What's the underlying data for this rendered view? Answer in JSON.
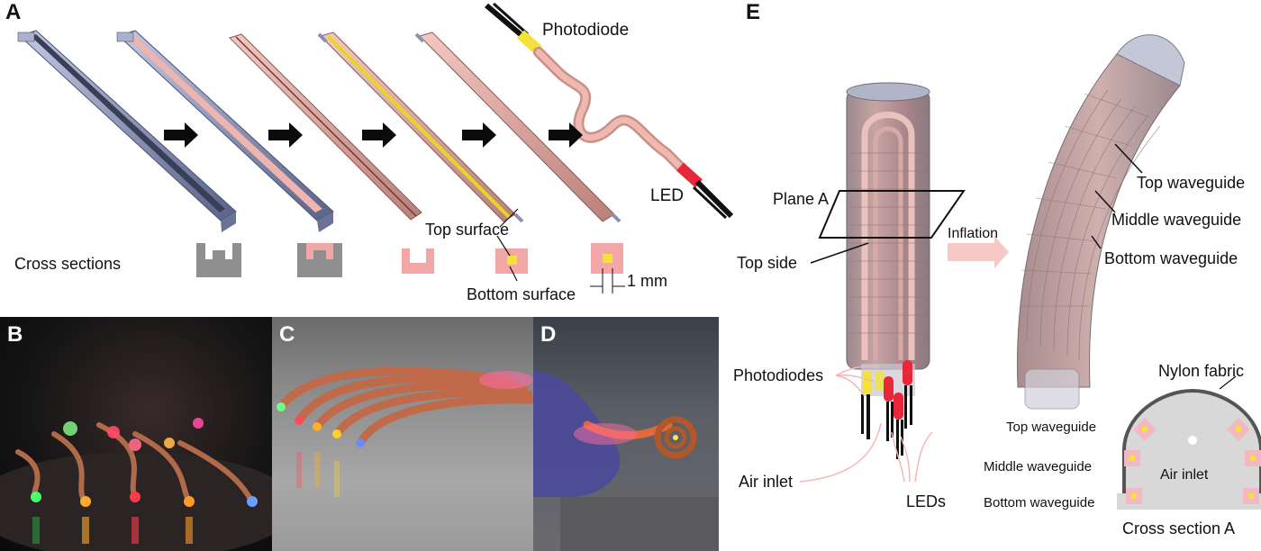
{
  "panels": {
    "A": "A",
    "B": "B",
    "C": "C",
    "D": "D",
    "E": "E"
  },
  "panel_a": {
    "photodiode_label": "Photodiode",
    "led_label": "LED",
    "cross_sections_label": "Cross sections",
    "top_surface_label": "Top surface",
    "bottom_surface_label": "Bottom surface",
    "scale_label": "1 mm"
  },
  "panel_e": {
    "plane_a_label": "Plane A",
    "top_side_label": "Top side",
    "inflation_label": "Inflation",
    "top_waveguide_label": "Top waveguide",
    "middle_waveguide_label": "Middle waveguide",
    "bottom_waveguide_label": "Bottom waveguide",
    "photodiodes_label": "Photodiodes",
    "air_inlet_label": "Air inlet",
    "leds_label": "LEDs",
    "nylon_fabric_label": "Nylon fabric",
    "cs_top_waveguide_label": "Top waveguide",
    "cs_middle_waveguide_label": "Middle waveguide",
    "cs_bottom_waveguide_label": "Bottom waveguide",
    "cs_air_inlet_label": "Air inlet",
    "cross_section_a_label": "Cross section A"
  },
  "colors": {
    "mold_gray": "#8c94b8",
    "elastomer_pink": "#eeb2ad",
    "core_yellow": "#f2e23a",
    "led_red": "#e8283a",
    "arrow_black": "#0b0b0b",
    "cs_gray": "#8f8f8f",
    "cs_pink": "#f2a6a6"
  }
}
